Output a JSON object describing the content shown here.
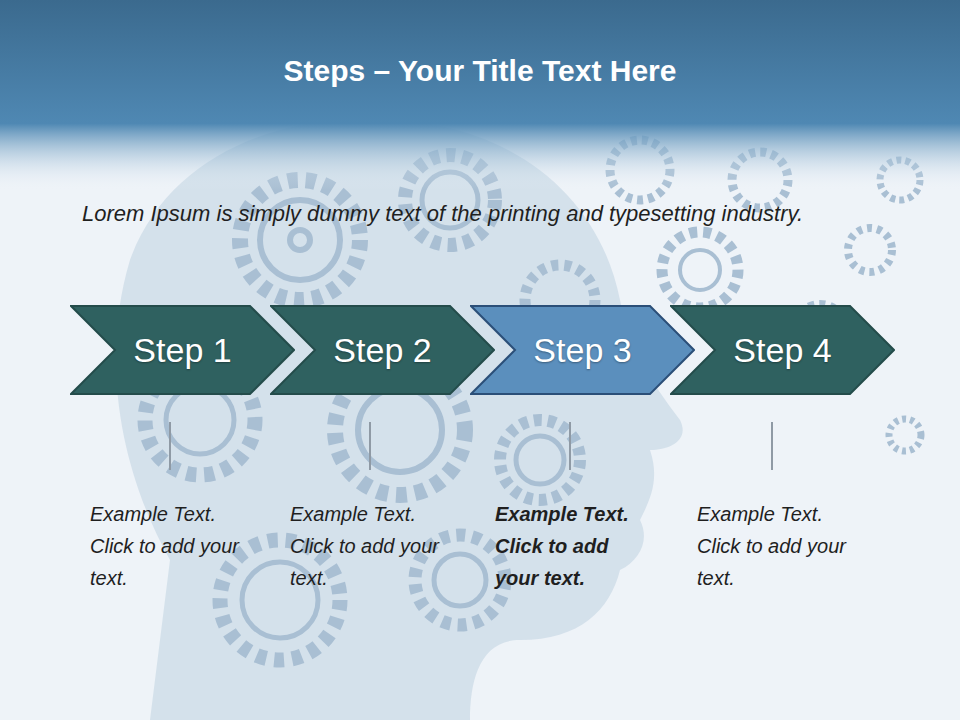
{
  "diagram": {
    "title": "Steps – Your Title Text Here",
    "nodes": [
      {
        "text": [
          "Step 1"
        ]
      },
      {
        "text": [
          "Step 2"
        ]
      },
      {
        "text": [
          "Step 3"
        ]
      },
      {
        "text": [
          "Step 4"
        ]
      }
    ],
    "labels": [
      "Lorem Ipsum is simply dummy text of the printing and typesetting industry.",
      "Example Text. Click to add your text.",
      "Example Text. Click to add your text.",
      "Example Text. Click to add your text.",
      "Example Text. Click to add your text."
    ]
  }
}
